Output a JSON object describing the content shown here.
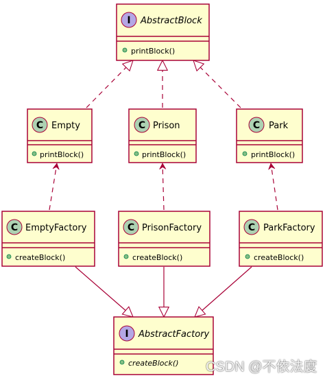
{
  "diagram": {
    "nodes": {
      "abstract_block": {
        "kind": "I",
        "name": "AbstractBlock",
        "method": "printBlock()"
      },
      "empty": {
        "kind": "C",
        "name": "Empty",
        "method": "printBlock()"
      },
      "prison": {
        "kind": "C",
        "name": "Prison",
        "method": "printBlock()"
      },
      "park": {
        "kind": "C",
        "name": "Park",
        "method": "printBlock()"
      },
      "empty_factory": {
        "kind": "C",
        "name": "EmptyFactory",
        "method": "createBlock()"
      },
      "prison_factory": {
        "kind": "C",
        "name": "PrisonFactory",
        "method": "createBlock()"
      },
      "park_factory": {
        "kind": "C",
        "name": "ParkFactory",
        "method": "createBlock()"
      },
      "abstract_factory": {
        "kind": "I",
        "name": "AbstractFactory",
        "method": "createBlock()"
      }
    },
    "edges": [
      {
        "from": "empty",
        "to": "abstract_block",
        "type": "realization"
      },
      {
        "from": "prison",
        "to": "abstract_block",
        "type": "realization"
      },
      {
        "from": "park",
        "to": "abstract_block",
        "type": "realization"
      },
      {
        "from": "empty_factory",
        "to": "empty",
        "type": "dependency"
      },
      {
        "from": "prison_factory",
        "to": "prison",
        "type": "dependency"
      },
      {
        "from": "park_factory",
        "to": "park",
        "type": "dependency"
      },
      {
        "from": "empty_factory",
        "to": "abstract_factory",
        "type": "generalization"
      },
      {
        "from": "prison_factory",
        "to": "abstract_factory",
        "type": "generalization"
      },
      {
        "from": "park_factory",
        "to": "abstract_factory",
        "type": "generalization"
      }
    ]
  },
  "watermark": "CSDN @不依法度",
  "colors": {
    "box_fill": "#FEFECE",
    "box_stroke": "#A80036",
    "class_circle": "#ADD1B2",
    "interface_circle": "#B4A7E5",
    "line": "#A80036",
    "text": "#000000"
  }
}
